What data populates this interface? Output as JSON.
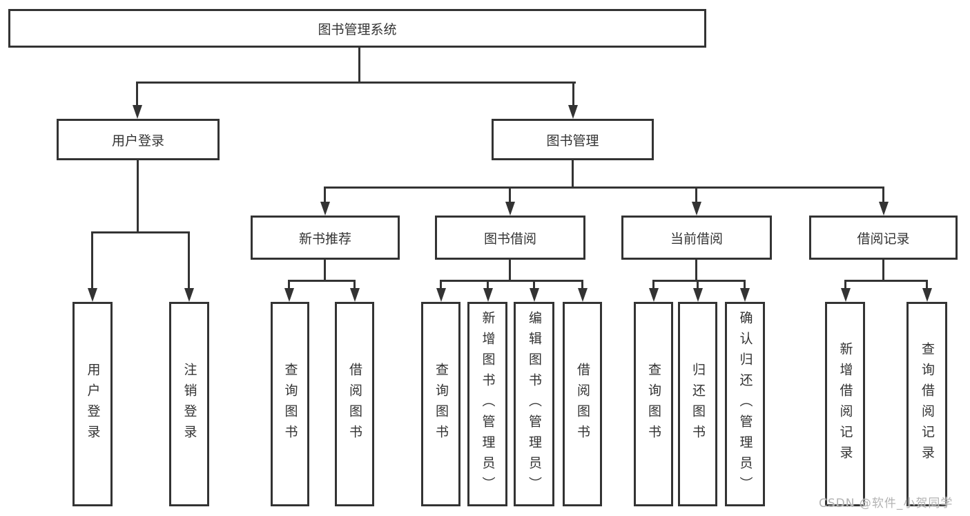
{
  "diagram": {
    "type": "hierarchy-tree",
    "root": {
      "label": "图书管理系统"
    },
    "level2": [
      {
        "label": "用户登录"
      },
      {
        "label": "图书管理"
      }
    ],
    "level3": [
      {
        "label": "新书推荐",
        "parent": "图书管理"
      },
      {
        "label": "图书借阅",
        "parent": "图书管理"
      },
      {
        "label": "当前借阅",
        "parent": "图书管理"
      },
      {
        "label": "借阅记录",
        "parent": "图书管理"
      }
    ],
    "leaves": [
      {
        "label": "用户登录",
        "parent": "用户登录"
      },
      {
        "label": "注销登录",
        "parent": "用户登录"
      },
      {
        "label": "查询图书",
        "parent": "新书推荐"
      },
      {
        "label": "借阅图书",
        "parent": "新书推荐"
      },
      {
        "label": "查询图书",
        "parent": "图书借阅"
      },
      {
        "label": "新增图书（管理员）",
        "parent": "图书借阅"
      },
      {
        "label": "编辑图书（管理员）",
        "parent": "图书借阅"
      },
      {
        "label": "借阅图书",
        "parent": "图书借阅"
      },
      {
        "label": "查询图书",
        "parent": "当前借阅"
      },
      {
        "label": "归还图书",
        "parent": "当前借阅"
      },
      {
        "label": "确认归还（管理员）",
        "parent": "当前借阅"
      },
      {
        "label": "新增借阅记录",
        "parent": "借阅记录"
      },
      {
        "label": "查询借阅记录",
        "parent": "借阅记录"
      }
    ],
    "watermark": "CSDN @软件_小贺同学",
    "colors": {
      "line": "#333333",
      "text": "#333333",
      "background": "#ffffff",
      "watermark": "#b3b3b3"
    }
  }
}
